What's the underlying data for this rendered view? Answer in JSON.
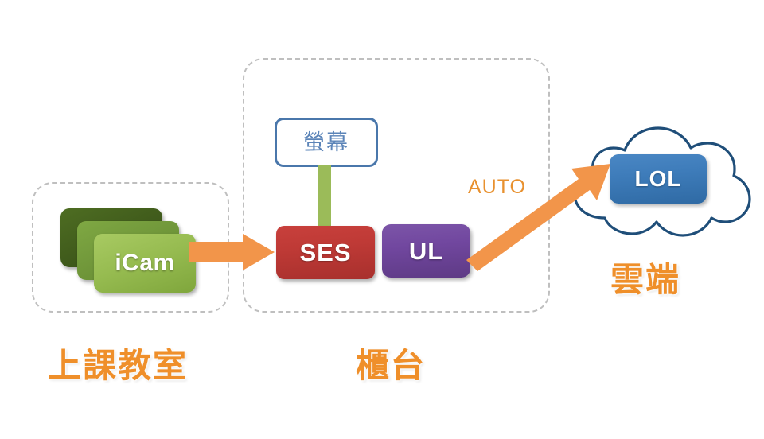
{
  "diagram": {
    "title": "",
    "colors": {
      "accent_orange": "#ef8f2a",
      "arrow_orange": "#f2954a",
      "cam_green": "#96bb50",
      "ses_red": "#bf3a36",
      "ul_purple": "#71479f",
      "lol_blue": "#3e7cba",
      "cloud_outline": "#1f4e79",
      "screen_border": "#4a77ab",
      "screen_text": "#5b84b8",
      "connector_green": "#9bbb59",
      "zone_dash": "#bfbfbf"
    },
    "zones": [
      {
        "id": "classroom",
        "caption": "上課教室",
        "icon": "dashed-rounded-boundary"
      },
      {
        "id": "counter",
        "caption": "櫃台",
        "icon": "dashed-rounded-boundary"
      },
      {
        "id": "cloud",
        "caption": "雲端",
        "icon": "cloud-icon"
      }
    ],
    "nodes": {
      "camera": {
        "label": "iCam",
        "stack_count": 3,
        "icon": "camera-stack-icon"
      },
      "screen": {
        "label": "螢幕",
        "icon": "monitor-icon"
      },
      "ses": {
        "label": "SES",
        "icon": "server-icon"
      },
      "ul": {
        "label": "UL",
        "icon": "upload-icon"
      },
      "lol": {
        "label": "LOL",
        "icon": "cloud-service-icon"
      }
    },
    "edges": [
      {
        "id": "cam-to-ses",
        "label": "",
        "from": "camera",
        "to": "ses",
        "icon": "arrow-right-icon"
      },
      {
        "id": "screen-to-ses",
        "label": "",
        "from": "screen",
        "to": "ses",
        "icon": "connector-line"
      },
      {
        "id": "ul-to-lol",
        "label": "AUTO",
        "from": "ul",
        "to": "lol",
        "icon": "arrow-diagonal-icon"
      }
    ]
  }
}
